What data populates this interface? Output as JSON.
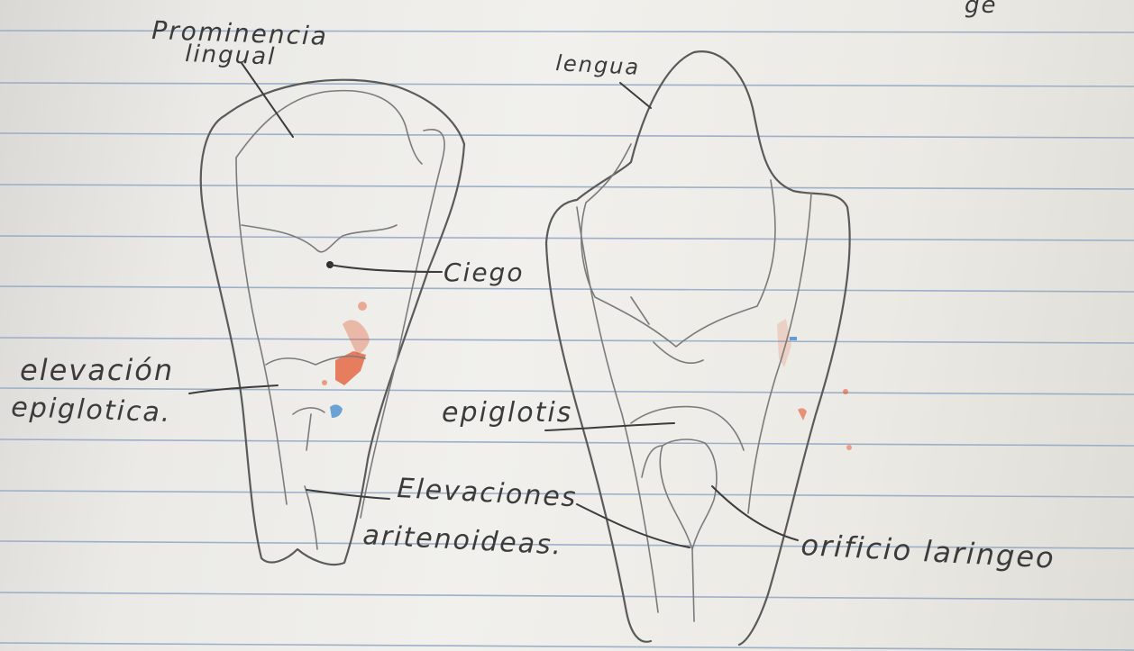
{
  "labels": {
    "prominencia": "Prominencia",
    "lingual": "lingual",
    "lengua": "lengua",
    "ciego": "Ciego",
    "elevacion": "elevación",
    "epiglotica": "epiglotica.",
    "epiglotis": "epiglotis",
    "elevaciones": "Elevaciones",
    "aritenoideas": "aritenoideas.",
    "orificio": "orificio laringeo",
    "corner": "ge"
  },
  "colors": {
    "paper": "#ecebe7",
    "rule_line": "#8fa6c4",
    "pencil": "#5a5a5a",
    "ink": "#3b3b3b",
    "red_mark": "#e2572f",
    "blue_mark": "#4a8fd0"
  }
}
